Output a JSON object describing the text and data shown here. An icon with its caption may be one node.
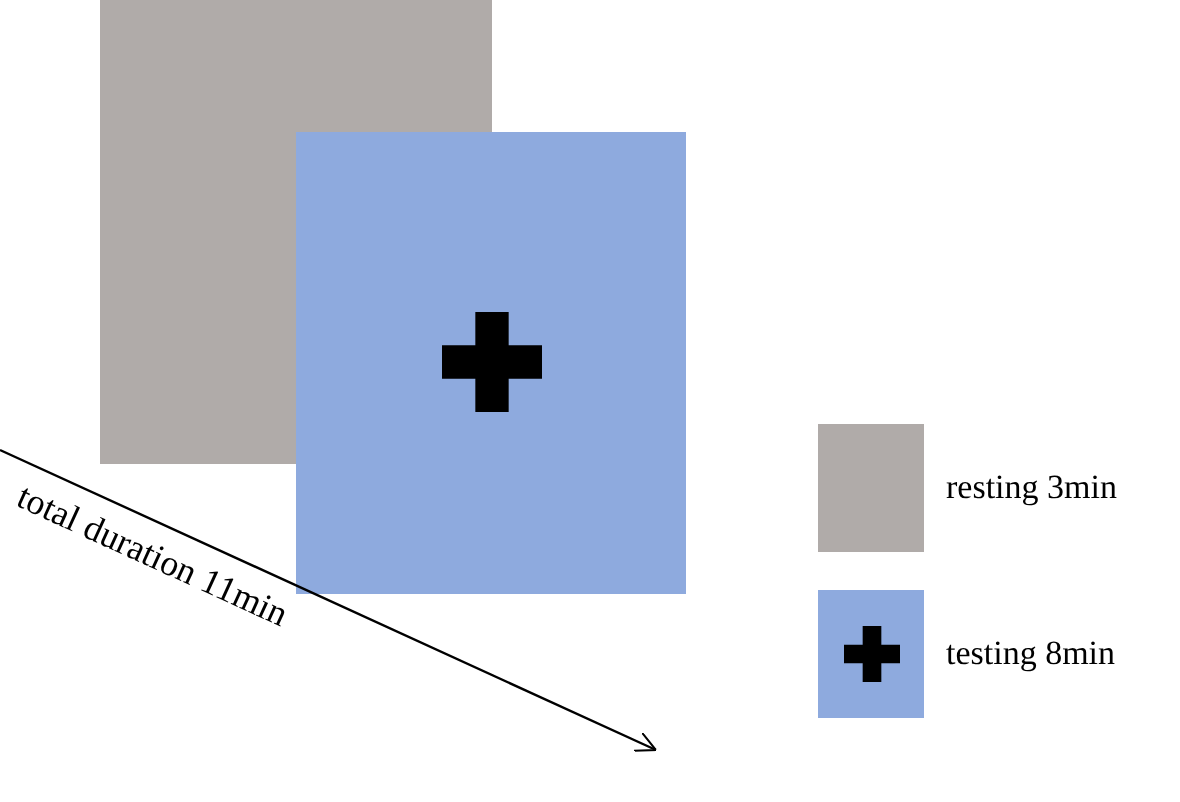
{
  "diagram": {
    "nodes": [
      {
        "text": [],
        "shape": "box"
      },
      {
        "text": [],
        "shape": "box"
      }
    ],
    "edges": [],
    "labels": [
      "total duration 11min"
    ],
    "legend": [
      {
        "text": "resting 3min",
        "color": "#b0aba9"
      },
      {
        "text": "testing 8min",
        "color": "#8eaade"
      }
    ]
  }
}
